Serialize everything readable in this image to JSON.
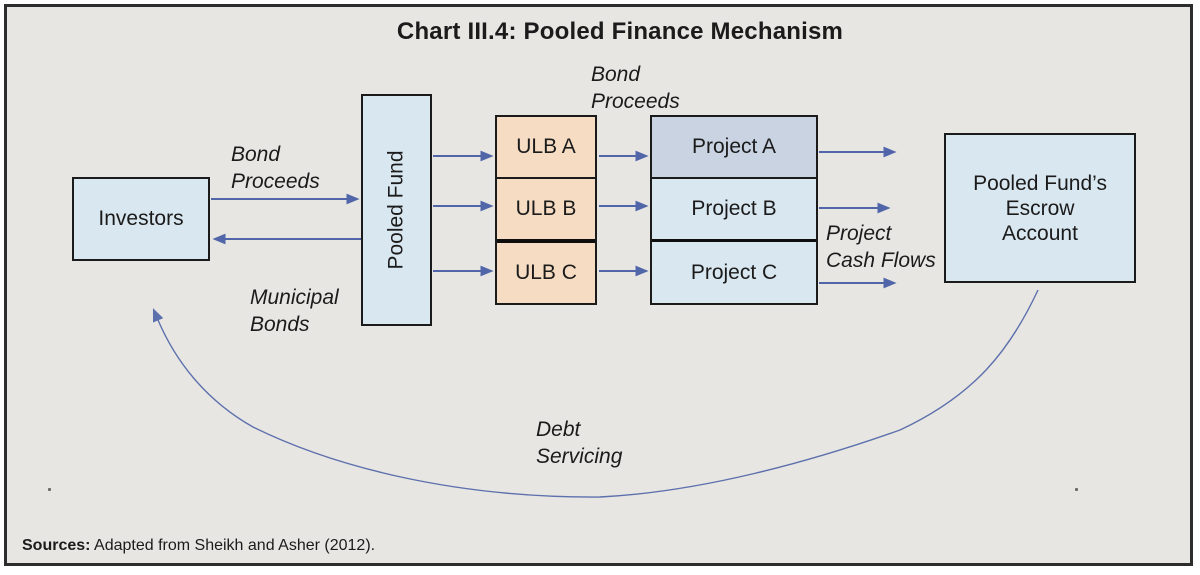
{
  "title": "Chart III.4: Pooled Finance Mechanism",
  "nodes": {
    "investors": {
      "label": "Investors"
    },
    "pooled_fund": {
      "label": "Pooled Fund"
    },
    "ulbs": [
      {
        "label": "ULB A"
      },
      {
        "label": "ULB B"
      },
      {
        "label": "ULB C"
      }
    ],
    "projects": [
      {
        "label": "Project A"
      },
      {
        "label": "Project B"
      },
      {
        "label": "Project C"
      }
    ],
    "escrow": {
      "lines": [
        "Pooled Fund’s",
        "Escrow",
        "Account"
      ]
    }
  },
  "flow_labels": {
    "bond_proceeds_left": [
      "Bond",
      "Proceeds"
    ],
    "municipal_bonds": [
      "Municipal",
      "Bonds"
    ],
    "bond_proceeds_top": [
      "Bond",
      "Proceeds"
    ],
    "project_cash_flows": [
      "Project",
      "Cash Flows"
    ],
    "debt_servicing": [
      "Debt",
      "Servicing"
    ]
  },
  "source_note": {
    "prefix": "Sources:",
    "text": " Adapted from Sheikh and Asher (2012)."
  },
  "colors": {
    "canvas_bg": "#e8e6e3",
    "box_blue": "#d9e7f0",
    "box_peach": "#f5dcc2",
    "box_lavender": "#c9d3e2",
    "arrow_blue": "#5166a8",
    "border_dark": "#1b1b1b"
  }
}
